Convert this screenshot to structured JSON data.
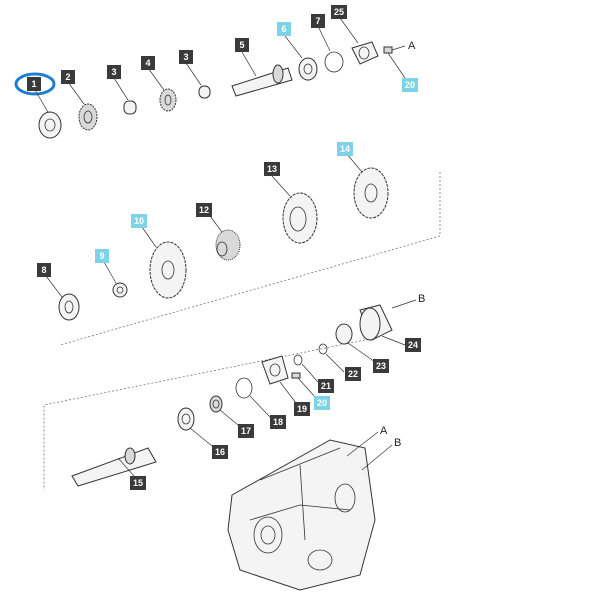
{
  "callouts": {
    "c1": "1",
    "c2": "2",
    "c3a": "3",
    "c3b": "3",
    "c4": "4",
    "c5": "5",
    "c6": "6",
    "c7": "7",
    "c25": "25",
    "c20a": "20",
    "c8": "8",
    "c9": "9",
    "c10": "10",
    "c12": "12",
    "c13": "13",
    "c14": "14",
    "c15": "15",
    "c16": "16",
    "c17": "17",
    "c18": "18",
    "c19": "19",
    "c20b": "20",
    "c21": "21",
    "c22": "22",
    "c23": "23",
    "c24": "24"
  },
  "letters": {
    "a_top": "A",
    "b_mid": "B",
    "a_housing": "A",
    "b_housing": "B"
  },
  "colors": {
    "highlight": "#7fd3e6",
    "tag": "#3a3a3a",
    "selection_ring": "#1e7fd0"
  }
}
